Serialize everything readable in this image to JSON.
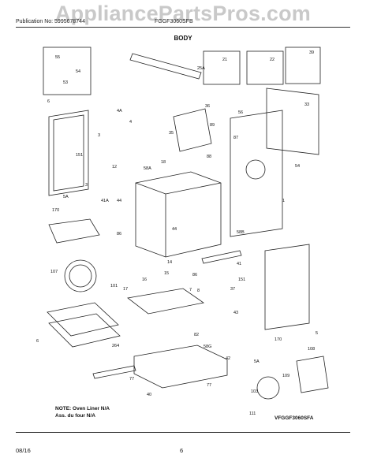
{
  "header": {
    "watermark": "AppliancePartsPros.com",
    "publication": "Publication No: 5995678744",
    "model": "FGGF3060SFB",
    "section": "BODY"
  },
  "footer": {
    "date": "08/16",
    "page": "6"
  },
  "note": {
    "line1": "NOTE: Oven Liner N/A",
    "line2": "Ass. du four N/A"
  },
  "diagram_code": "VFGGF3060SFA",
  "part_labels": [
    "55",
    "54",
    "53",
    "4A",
    "4",
    "3",
    "151",
    "36",
    "21",
    "25A",
    "22",
    "39",
    "33",
    "56",
    "35",
    "89",
    "18",
    "88",
    "87",
    "58A",
    "12",
    "44",
    "41A",
    "5A",
    "170",
    "86",
    "58B",
    "1",
    "44",
    "107",
    "101",
    "17",
    "16",
    "15",
    "14",
    "86",
    "41",
    "151",
    "37",
    "6",
    "43",
    "5",
    "170",
    "8",
    "82",
    "58G",
    "42",
    "264",
    "77",
    "77",
    "40",
    "7",
    "5A",
    "108",
    "109",
    "103",
    "111",
    "6",
    "3",
    "54"
  ]
}
